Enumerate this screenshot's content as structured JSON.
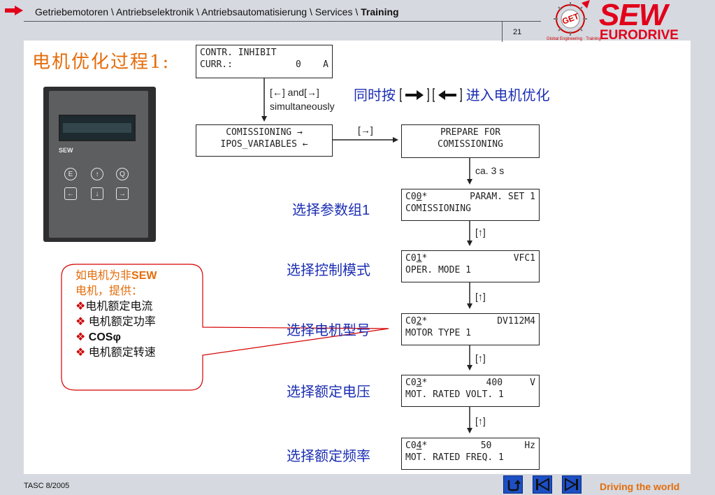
{
  "header": {
    "breadcrumb_plain": "Getriebemotoren \\ Antriebselektronik \\ Antriebsautomatisierung \\ Services \\ ",
    "breadcrumb_bold": "Training",
    "page_number": "21",
    "logo_get_text": "GET",
    "logo_caption": "Global Engineering · Training",
    "brand_top": "SEW",
    "brand_bottom": "EURODRIVE"
  },
  "title": "电机优化过程1:",
  "keypad": {
    "brand": "SEW",
    "keys": [
      "E",
      "↑",
      "Q",
      "←",
      "↓",
      "→"
    ]
  },
  "displays": {
    "inhibit": {
      "line1": "CONTR. INHIBIT",
      "line2_label": "CURR.:",
      "line2_value": "0    A"
    },
    "comissioning": {
      "line1": "COMISSIONING →",
      "line2": "IPOS_VARIABLES ←"
    },
    "prepare": {
      "line1": "PREPARE FOR",
      "line2": "COMISSIONING"
    },
    "c00": {
      "code_prefix": "C0",
      "code_digit": "0",
      "code_suffix": "*",
      "value": "PARAM. SET 1",
      "line2": "COMISSIONING"
    },
    "c01": {
      "code_prefix": "C0",
      "code_digit": "1",
      "code_suffix": "*",
      "value": "VFC1",
      "line2": "OPER. MODE 1"
    },
    "c02": {
      "code_prefix": "C0",
      "code_digit": "2",
      "code_suffix": "*",
      "value": "DV112M4",
      "line2": "MOTOR TYPE 1"
    },
    "c03": {
      "code_prefix": "C0",
      "code_digit": "3",
      "code_suffix": "*",
      "value": "400     V",
      "line2": "MOT. RATED VOLT. 1"
    },
    "c04": {
      "code_prefix": "C0",
      "code_digit": "4",
      "code_suffix": "*",
      "value": "50      Hz",
      "line2": "MOT. RATED FREQ. 1"
    }
  },
  "notes": {
    "keys_both_1": "[←] and[→]",
    "keys_both_2": "simultaneously",
    "right_key": "[→]",
    "wait": "ca. 3 s",
    "up1": "[↑]",
    "up2": "[↑]",
    "up3": "[↑]",
    "up4": "[↑]"
  },
  "labels": {
    "simultaneous_prefix": "同时按",
    "simultaneous_suffix": "进入电机优化",
    "param_set": "选择参数组1",
    "control_mode": "选择控制模式",
    "motor_type": "选择电机型号",
    "rated_voltage": "选择额定电压",
    "rated_freq": "选择额定频率"
  },
  "callout": {
    "line1_prefix": "如电机为非",
    "line1_bold": "SEW",
    "line2": "电机，提供：",
    "items": [
      "电机额定电流",
      "电机额定功率",
      "COSφ",
      "电机额定转速"
    ],
    "bullet": "❖"
  },
  "footer": {
    "left": "TASC 8/2005",
    "right": "Driving the world"
  },
  "colors": {
    "accent_orange": "#e46c0a",
    "label_blue": "#1c2fb3",
    "brand_red": "#e2001a",
    "nav_blue": "#1d4fc4"
  }
}
